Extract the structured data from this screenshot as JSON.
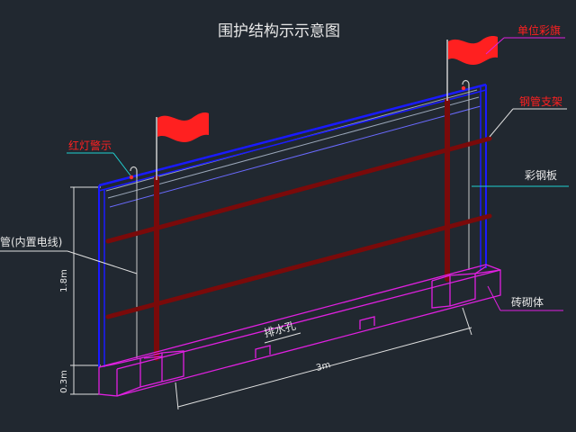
{
  "title": "围护结构示示意图",
  "labels": {
    "flag": "单位彩旗",
    "steel_pipe_support": "钢管支架",
    "red_light": "红灯警示",
    "color_steel_plate": "彩钢板",
    "pipe_wiring": "管(内置电线)",
    "masonry": "砖砌体",
    "drain_hole": "排水孔",
    "height_upper": "1.8m",
    "height_lower": "0.3m",
    "spacing": "3m"
  },
  "colors": {
    "background": "#212830",
    "frame_blue": "#1a1aff",
    "steel_pipe": "#7a0a0a",
    "masonry_magenta": "#e020e0",
    "flag_red": "#ff2020",
    "red_label": "#ff2020",
    "cyan_leader": "#20d0d0",
    "dim_white": "#e8e8e8"
  }
}
